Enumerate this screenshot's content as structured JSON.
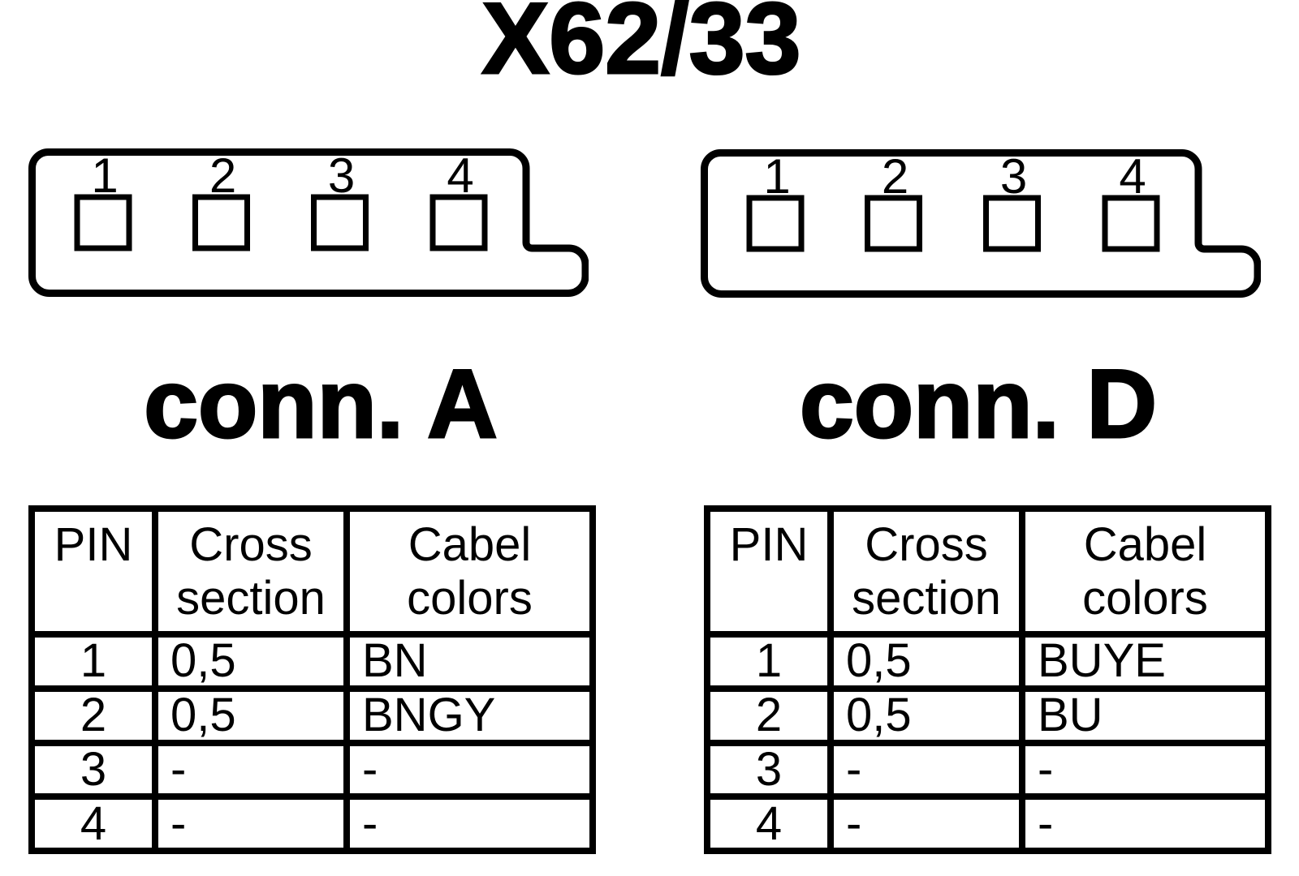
{
  "title": "X62/33",
  "colors": {
    "ink": "#000000",
    "background": "#ffffff"
  },
  "connectors": [
    {
      "label": "conn. A",
      "pins": [
        "1",
        "2",
        "3",
        "4"
      ]
    },
    {
      "label": "conn. D",
      "pins": [
        "1",
        "2",
        "3",
        "4"
      ]
    }
  ],
  "tables": [
    {
      "headers": [
        "PIN",
        "Cross\nsection",
        "Cabel\ncolors"
      ],
      "rows": [
        [
          "1",
          "0,5",
          "BN"
        ],
        [
          "2",
          "0,5",
          "BNGY"
        ],
        [
          "3",
          "-",
          "-"
        ],
        [
          "4",
          "-",
          "-"
        ]
      ]
    },
    {
      "headers": [
        "PIN",
        "Cross\nsection",
        "Cabel\ncolors"
      ],
      "rows": [
        [
          "1",
          "0,5",
          "BUYE"
        ],
        [
          "2",
          "0,5",
          "BU"
        ],
        [
          "3",
          "-",
          "-"
        ],
        [
          "4",
          "-",
          "-"
        ]
      ]
    }
  ]
}
